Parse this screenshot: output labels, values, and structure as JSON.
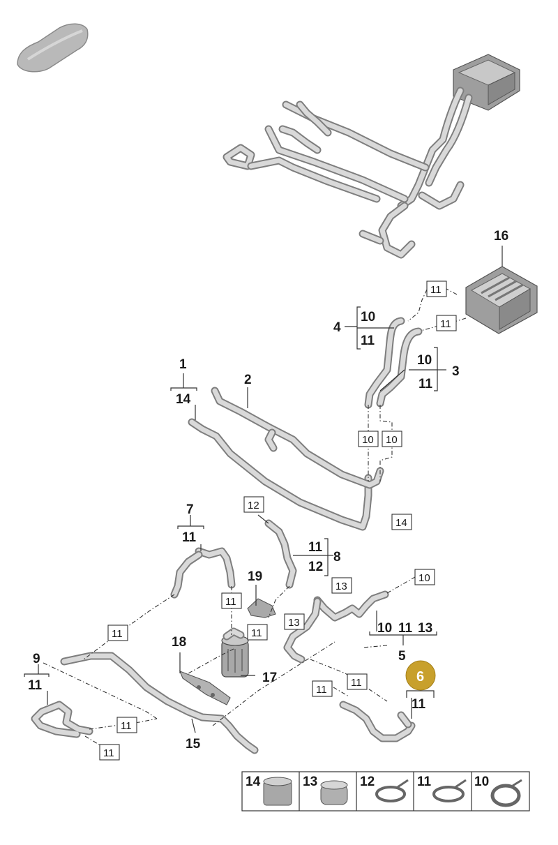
{
  "callouts": {
    "c1": "1",
    "c2": "2",
    "c3": "3",
    "c4": "4",
    "c5": "5",
    "c6": "6",
    "c7": "7",
    "c8": "8",
    "c9": "9",
    "c15": "15",
    "c16": "16",
    "c17": "17",
    "c18": "18",
    "c19": "19"
  },
  "sub": {
    "s4a": "10",
    "s4b": "11",
    "s3a": "10",
    "s3b": "11",
    "s1": "14",
    "s7": "11",
    "s8a": "11",
    "s8b": "12",
    "s5a": "10",
    "s5b": "11",
    "s5c": "13",
    "s6": "11",
    "s9": "11"
  },
  "boxes": {
    "b11_top": "11",
    "b11_right": "11",
    "b10_left": "10",
    "b10_right": "10",
    "b14": "14",
    "b12": "12",
    "b10_c5": "10",
    "b13_a": "13",
    "b13_b": "13",
    "b11_7": "11",
    "b11_19": "11",
    "b11_9": "11",
    "b11_mid": "11",
    "b11_low": "11",
    "b11_15a": "11",
    "b11_15b": "11"
  },
  "highlight": {
    "label": "6",
    "color": "#c8a02c"
  },
  "legend": [
    {
      "num": "14",
      "icon": "hose-sleeve-icon"
    },
    {
      "num": "13",
      "icon": "hose-sleeve-icon"
    },
    {
      "num": "12",
      "icon": "spring-clamp-icon"
    },
    {
      "num": "11",
      "icon": "spring-clamp-icon"
    },
    {
      "num": "10",
      "icon": "hose-clip-icon"
    }
  ]
}
